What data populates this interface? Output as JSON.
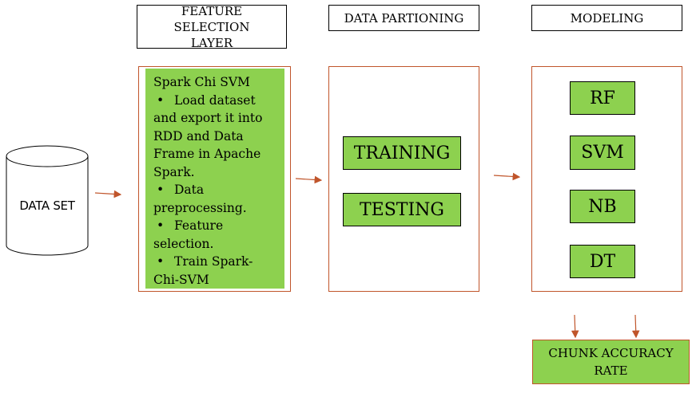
{
  "headers": {
    "feature_selection": "FEATURE SELECTION LAYER",
    "data_partitioning": "DATA PARTIONING",
    "modeling": "MODELING"
  },
  "dataset": {
    "label": "DATA SET"
  },
  "feature_panel": {
    "title": "Spark Chi SVM",
    "bullets": [
      [
        "Load dataset",
        "and export it into",
        "RDD and Data",
        "Frame in Apache",
        "Spark."
      ],
      [
        "Data",
        "preprocessing."
      ],
      [
        "Feature",
        "selection."
      ],
      [
        "Train Spark-",
        "Chi-SVM"
      ]
    ],
    "bullet_char": "•"
  },
  "partitioning": {
    "training": "TRAINING",
    "testing": "TESTING"
  },
  "models": [
    "RF",
    "SVM",
    "NB",
    "DT"
  ],
  "output": {
    "label": "CHUNK ACCURACY RATE"
  },
  "colors": {
    "accent": "#c0552b",
    "fill": "#8dd14f",
    "border": "#000000"
  }
}
